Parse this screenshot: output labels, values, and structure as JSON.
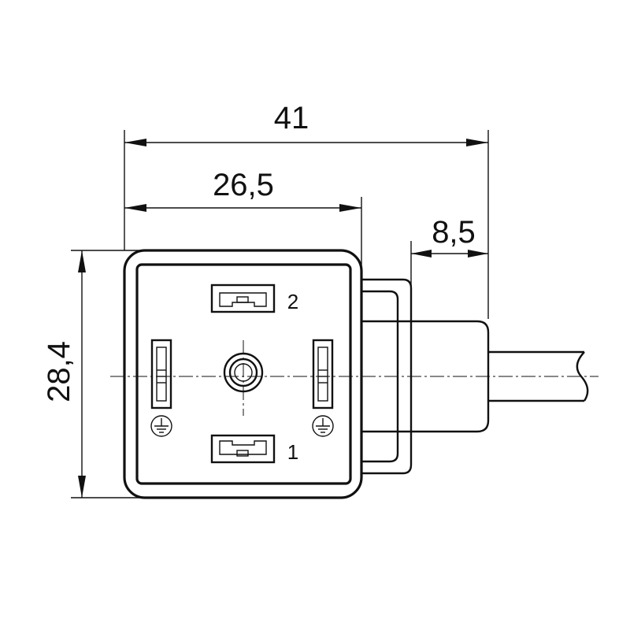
{
  "dimensions": {
    "total_width": "41",
    "body_width": "26,5",
    "cable_offset": "8,5",
    "height": "28,4"
  },
  "pins": {
    "top": "2",
    "bottom": "1"
  },
  "icons": {
    "ground_left": "ground-symbol",
    "ground_right": "ground-symbol"
  }
}
